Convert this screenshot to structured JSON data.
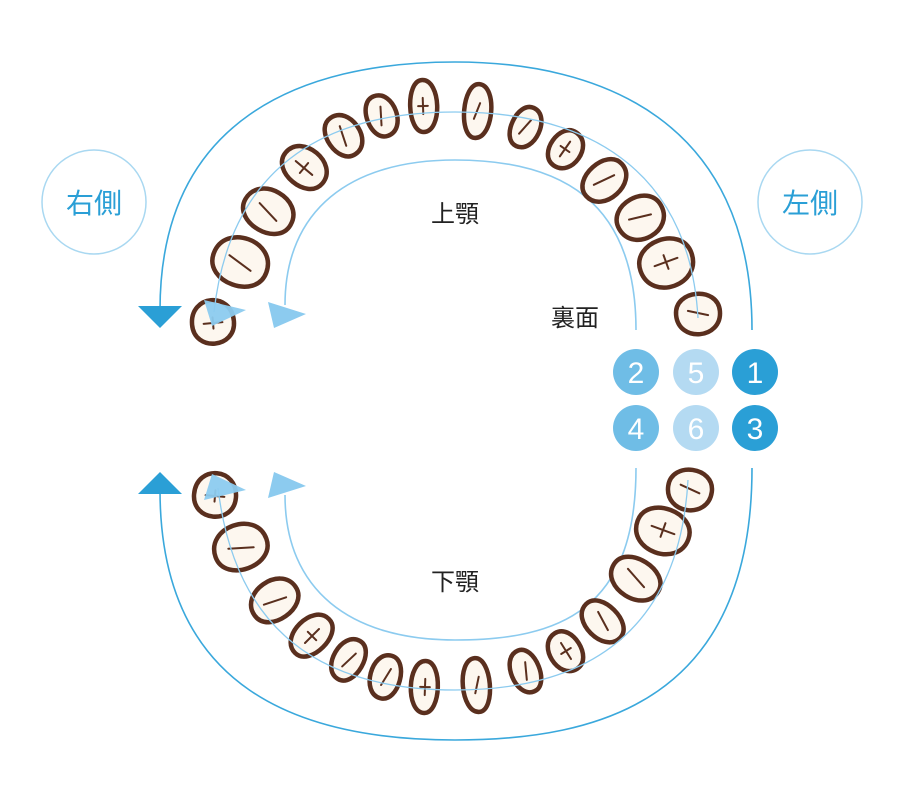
{
  "labels": {
    "right_side": "右側",
    "left_side": "左側",
    "upper_jaw": "上顎",
    "lower_jaw": "下顎",
    "back_surface": "裏面"
  },
  "steps": [
    "1",
    "2",
    "3",
    "4",
    "5",
    "6"
  ],
  "colors": {
    "step_dark": "#2a9fd6",
    "step_medium": "#6fbde6",
    "step_light": "#b4daf2",
    "line_outer": "#3aa8dc",
    "line_inner": "#8ccbef",
    "tooth_outline": "#5a2f1e",
    "tooth_fill": "#fdf7ef"
  }
}
